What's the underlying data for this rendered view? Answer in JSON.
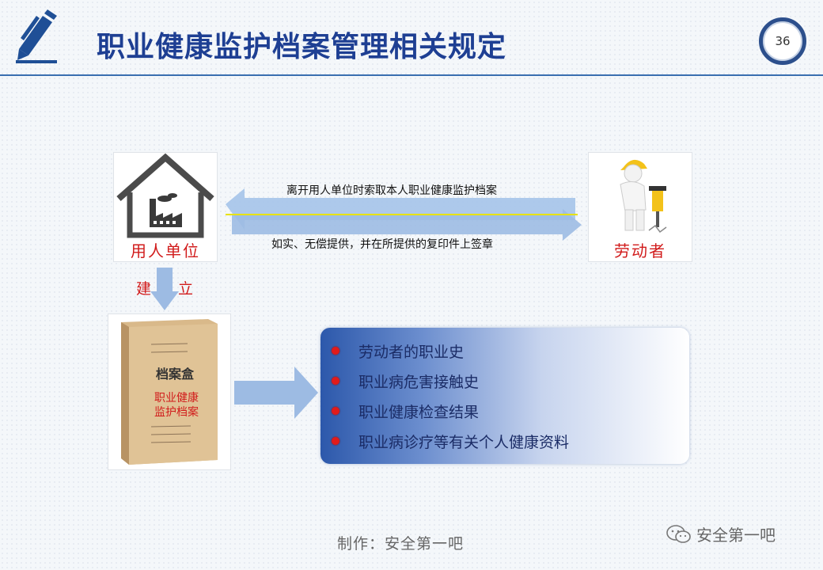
{
  "header": {
    "title": "职业健康监护档案管理相关规定",
    "page_number": "36"
  },
  "employer": {
    "label": "用人单位"
  },
  "worker": {
    "label": "劳动者"
  },
  "arrows": {
    "top_text": "离开用人单位时索取本人职业健康监护档案",
    "bottom_text": "如实、无偿提供，并在所提供的复印件上签章"
  },
  "build": {
    "char1": "建",
    "char2": "立"
  },
  "archive_box": {
    "title": "档案盒",
    "red_line1": "职业健康",
    "red_line2": "监护档案"
  },
  "contents": {
    "items": [
      "劳动者的职业史",
      "职业病危害接触史",
      "职业健康检查结果",
      "职业病诊疗等有关个人健康资料"
    ]
  },
  "footer": {
    "credit": "制作：安全第一吧",
    "watermark": "安全第一吧"
  },
  "colors": {
    "title": "#1e3f93",
    "accent_red": "#d11b1b",
    "arrow_fill": "#a9c6ea",
    "header_line": "#3a6fb0"
  }
}
